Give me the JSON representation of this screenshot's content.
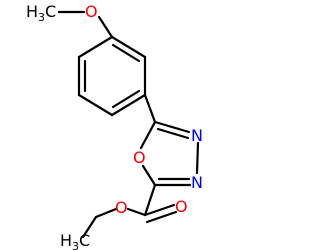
{
  "molecule": {
    "atoms": {
      "methoxy_group": {
        "main": "H",
        "sub": "3",
        "tail": "C"
      },
      "ether_oxygen": "O",
      "ring_oxygen": "O",
      "nitrogen_upper": "N",
      "nitrogen_lower": "N",
      "carbonyl_oxygen": "O",
      "ester_oxygen": "O",
      "methyl_group": {
        "main": "H",
        "sub": "3",
        "tail": "C"
      }
    },
    "colors": {
      "bond": "#000000",
      "carbon_hydrogen": "#000000",
      "oxygen": "#ff0000",
      "nitrogen": "#0000ff"
    }
  }
}
